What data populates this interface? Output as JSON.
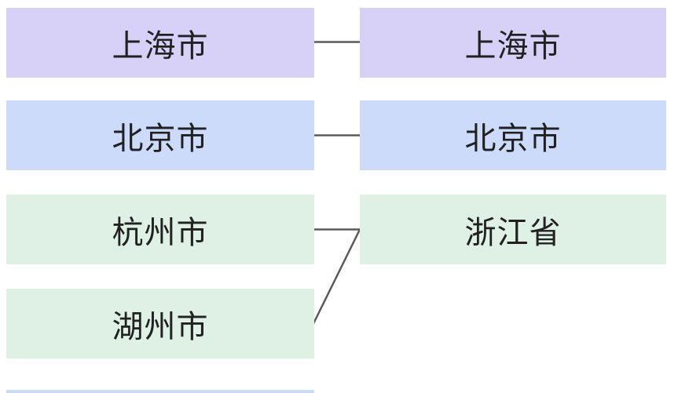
{
  "diagram": {
    "description": "city-to-region matching diagram",
    "left_items": [
      {
        "label": "上海市",
        "color": "#d8d1f7"
      },
      {
        "label": "北京市",
        "color": "#cddbfa"
      },
      {
        "label": "杭州市",
        "color": "#def1e4"
      },
      {
        "label": "湖州市",
        "color": "#def1e4"
      }
    ],
    "right_items": [
      {
        "label": "上海市",
        "color": "#d8d1f7"
      },
      {
        "label": "北京市",
        "color": "#cddbfa"
      },
      {
        "label": "浙江省",
        "color": "#def1e4"
      }
    ],
    "connections": [
      {
        "from": "上海市",
        "to": "上海市"
      },
      {
        "from": "北京市",
        "to": "北京市"
      },
      {
        "from": "杭州市",
        "to": "浙江省"
      },
      {
        "from": "湖州市",
        "to": "浙江省"
      }
    ],
    "styles": {
      "line_color": "#5a5a5a",
      "text_color": "#212121",
      "lavender": "#d8d1f7",
      "blue": "#cddbfa",
      "green": "#def1e4",
      "next_item_peek_color": "#cddbfa"
    }
  }
}
